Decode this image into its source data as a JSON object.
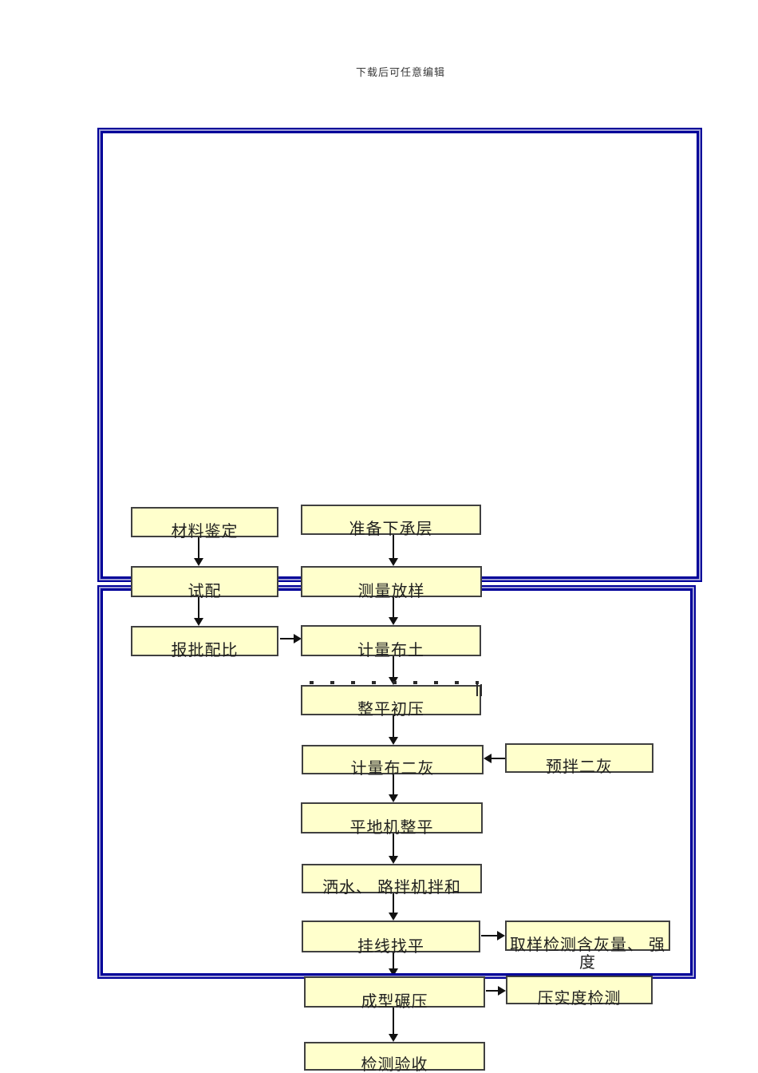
{
  "page": {
    "header_note": "下载后可任意编辑"
  },
  "flowchart": {
    "boxes": {
      "material_appraisal": "材料鉴定",
      "prepare_subbase": "准备下承层",
      "trial_mix": "试配",
      "survey_layout": "测量放样",
      "ratio_approval": "报批配比",
      "measured_soil": "计量布土",
      "leveling_initial_compaction": "整平初压",
      "measured_two_ash": "计量布二灰",
      "premix_two_ash": "预拌二灰",
      "grader_leveling": "平地机整平",
      "watering_road_mixing": "洒水、 路拌机拌和",
      "string_line_leveling": "挂线找平",
      "sampling_test_line1": "取样检测含灰量、 强",
      "sampling_test_line2": "度",
      "forming_rolling": "成型碾压",
      "compaction_test": "压实度检测",
      "inspection_acceptance": "检测验收"
    },
    "colors": {
      "box_fill": "#ffffcc",
      "box_border": "#404040",
      "frame_navy": "#000099",
      "frame_light_blue": "#9f9fd6",
      "arrow": "#111111"
    }
  }
}
